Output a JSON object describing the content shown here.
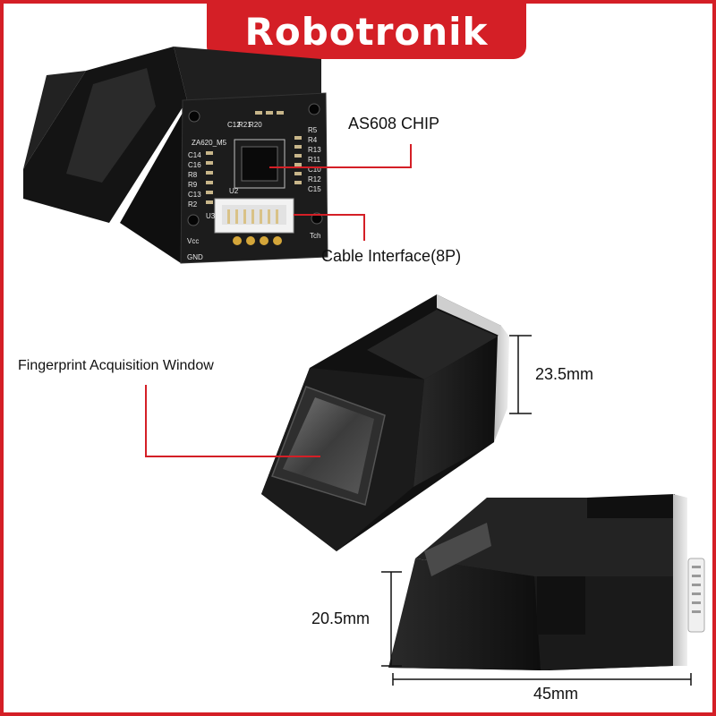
{
  "brand": {
    "name": "Robotronik",
    "color": "#d41f26"
  },
  "labels": {
    "chip": "AS608 CHIP",
    "cable": "Cable Interface(8P)",
    "window": "Fingerprint Acquisition Window"
  },
  "board_silkscreen": {
    "model": "ZA620_M5",
    "vcc": "Vcc",
    "gnd": "GND",
    "tch": "Tch",
    "u2": "U2",
    "u3": "U3",
    "parts_left": [
      "C14",
      "C16",
      "R8",
      "R9",
      "C13",
      "R2"
    ],
    "parts_right": [
      "R5",
      "R4",
      "R13",
      "R11",
      "C10",
      "R12",
      "C15"
    ],
    "parts_top": [
      "C12",
      "R21",
      "R20"
    ]
  },
  "dimensions": {
    "height_top": "23.5mm",
    "height_bottom": "20.5mm",
    "length": "45mm"
  },
  "colors": {
    "callout_line": "#d41f26",
    "dimension_line": "#111111",
    "module_body": "#1a1a1a"
  }
}
